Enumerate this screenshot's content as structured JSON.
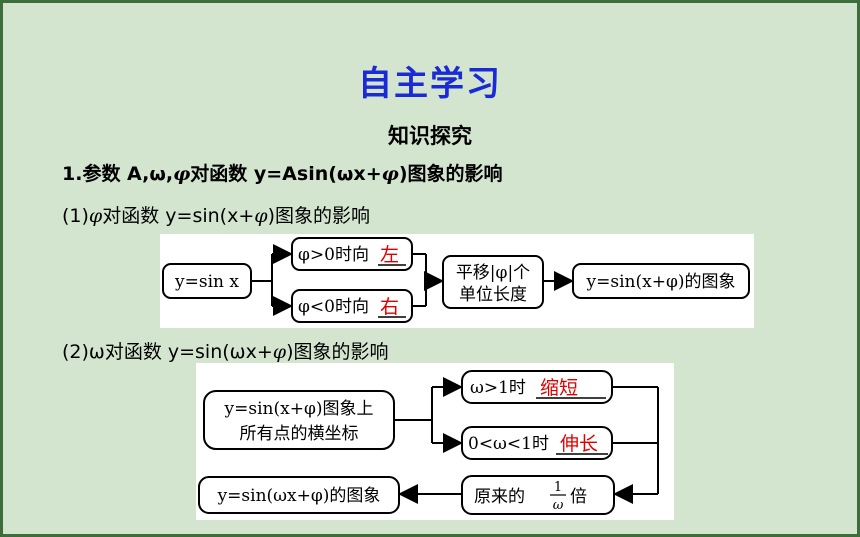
{
  "slide": {
    "title": "自主学习",
    "subtitle": "知识探究",
    "item1_prefix": "1.参数 A,ω,",
    "item1_phi": "φ",
    "item1_suffix": "对函数 y=Asin(ωx+",
    "item1_phi2": "φ",
    "item1_end": ")图象的影响",
    "sub1_prefix": "(1)",
    "sub1_phi": "φ",
    "sub1_mid": "对函数 y=sin(x+",
    "sub1_phi2": "φ",
    "sub1_end": ")图象的影响",
    "sub2_prefix": "(2)ω对函数 y=sin(ωx+",
    "sub2_phi": "φ",
    "sub2_end": ")图象的影响"
  },
  "diagram1": {
    "start": "y=sin x",
    "cond_pos": "φ>0时向",
    "cond_pos_fill": "左",
    "cond_neg": "φ<0时向",
    "cond_neg_fill": "右",
    "shift_line1": "平移|φ|个",
    "shift_line2": "单位长度",
    "result": "y=sin(x+φ)的图象"
  },
  "diagram2": {
    "start_line1": "y=sin(x+φ)图象上",
    "start_line2": "所有点的横坐标",
    "cond_gt": "ω>1时",
    "cond_gt_fill": "缩短",
    "cond_lt": "0<ω<1时",
    "cond_lt_fill": "伸长",
    "scale_prefix": "原来的",
    "scale_num": "1",
    "scale_den": "ω",
    "scale_suffix": "倍",
    "result": "y=sin(ωx+φ)的图象"
  },
  "colors": {
    "title": "#1a2bd6",
    "fill_answer": "#e00000",
    "background": "#d3e5cf"
  }
}
